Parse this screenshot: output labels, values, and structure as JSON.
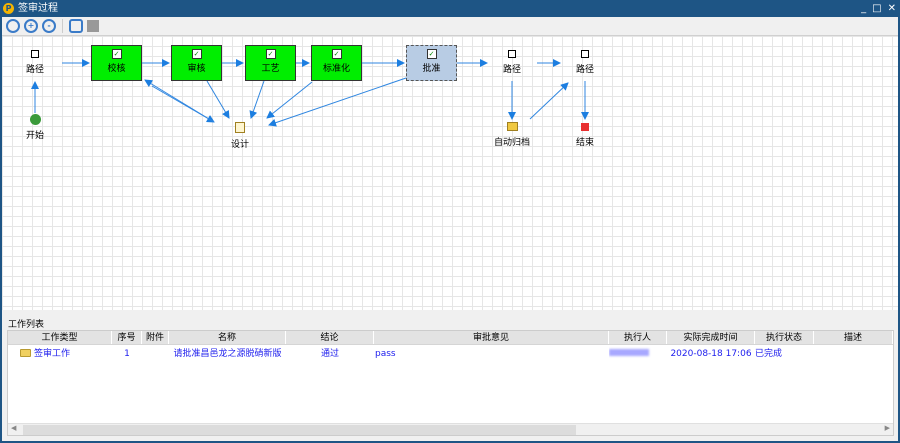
{
  "window": {
    "title": "签审过程",
    "controls": [
      "_",
      "□",
      "✕"
    ]
  },
  "toolbar": {
    "items": [
      "zoom-fit",
      "zoom-in",
      "zoom-out",
      "settings",
      "comment"
    ]
  },
  "diagram": {
    "nodes": {
      "route1": "路径",
      "start": "开始",
      "check": "校核",
      "review": "审核",
      "process": "工艺",
      "standard": "标准化",
      "approve": "批准",
      "route2": "路径",
      "route3": "路径",
      "archive": "自动归档",
      "end": "结束",
      "design": "设计"
    }
  },
  "worklist": {
    "title": "工作列表",
    "columns": [
      "工作类型",
      "序号",
      "附件",
      "名称",
      "结论",
      "审批意见",
      "执行人",
      "实际完成时间",
      "执行状态",
      "描述"
    ],
    "rows": [
      {
        "type": "签审工作",
        "seq": "1",
        "attachment": "",
        "name": "请批准昌邑龙之源脱硝新版",
        "conclusion": "通过",
        "opinion": "pass",
        "executor": "",
        "finish_time": "2020-08-18 17:06",
        "status": "已完成",
        "desc": ""
      }
    ]
  }
}
